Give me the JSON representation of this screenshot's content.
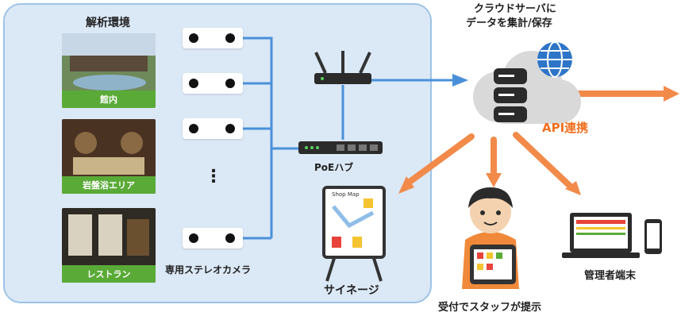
{
  "environment": {
    "title": "解析環境",
    "zones": [
      {
        "label": "館内"
      },
      {
        "label": "岩盤浴エリア"
      },
      {
        "label": "レストラン"
      }
    ],
    "camera_label": "専用ステレオカメラ",
    "ellipsis": "⋮",
    "hub_label": "PoEハブ",
    "signage_label": "サイネージ",
    "signage_map_title": "Shop Map"
  },
  "cloud": {
    "title_line1": "クラウドサーバに",
    "title_line2": "データを集計/保存",
    "api_label": "API連携"
  },
  "outputs": {
    "staff_label": "受付でスタッフが提示",
    "admin_label": "管理者端末"
  },
  "colors": {
    "frame_border": "#9ec3e6",
    "frame_fill": "#dbe8f6",
    "network_line": "#4a90d9",
    "output_arrow": "#f28a4a",
    "label_green": "#5aaa37",
    "api_text": "#f07020"
  }
}
